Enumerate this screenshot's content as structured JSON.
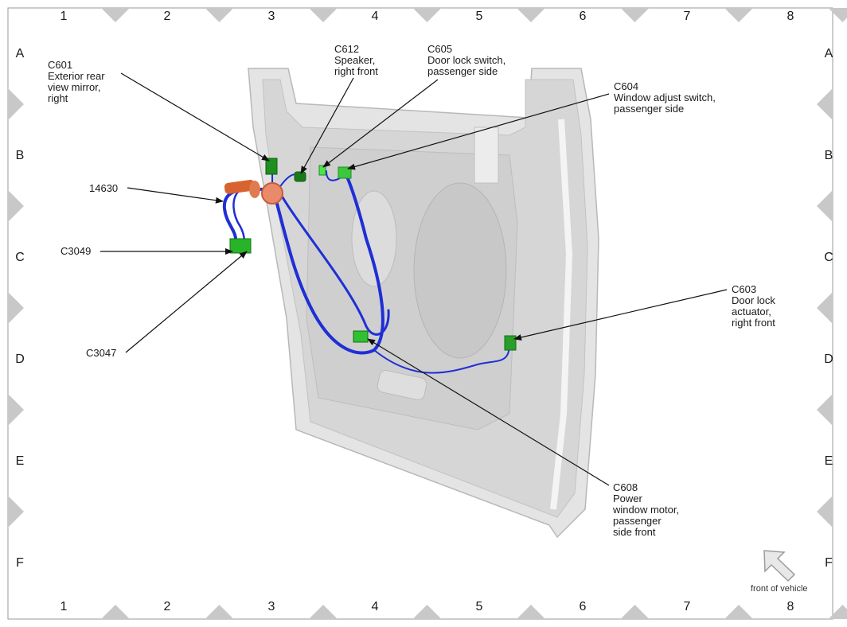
{
  "grid": {
    "columns": [
      "1",
      "2",
      "3",
      "4",
      "5",
      "6",
      "7",
      "8"
    ],
    "rows": [
      "A",
      "B",
      "C",
      "D",
      "E",
      "F"
    ]
  },
  "callouts": {
    "c601": "C601\nExterior rear\nview mirror,\nright",
    "c612": "C612\nSpeaker,\nright front",
    "c605": "C605\nDoor lock switch,\npassenger side",
    "c604": "C604\nWindow adjust switch,\npassenger side",
    "p14630": "14630",
    "c3049": "C3049",
    "c3047": "C3047",
    "c603": "C603\nDoor lock\nactuator,\nright front",
    "c608": "C608\nPower\nwindow motor,\npassenger\nside front"
  },
  "orientation": {
    "label": "front of vehicle",
    "icon": "arrow-up-left-icon"
  },
  "colors": {
    "harness": "#1f2fd6",
    "connector": "#22b822",
    "grommet": "#e8704a",
    "door": "#e2e2e2"
  }
}
